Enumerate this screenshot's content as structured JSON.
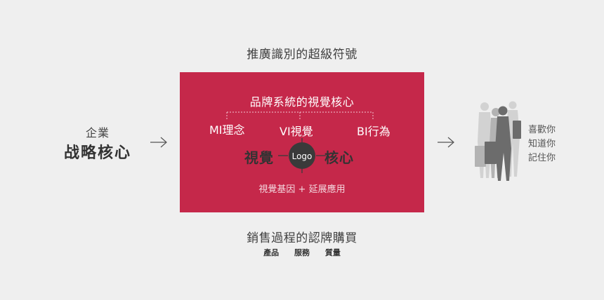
{
  "top_title": "推廣識別的超級符號",
  "bottom_title": "銷售過程的認牌購買",
  "bottom_items": [
    "產品",
    "服務",
    "質量"
  ],
  "left": {
    "small": "企業",
    "big": "战略核心"
  },
  "panel": {
    "title": "品牌系統的視覺核心",
    "labels": {
      "mi": "MI理念",
      "vi": "VI視覺",
      "bi": "BI行為"
    },
    "core_left": "視覺",
    "core_right": "核心",
    "logo_text": "Logo",
    "subtitle": "視覺基因 + 延展應用"
  },
  "right_lines": [
    "喜歡你",
    "知道你",
    "記住你"
  ],
  "colors": {
    "background": "#efefef",
    "panel": "#c5284a",
    "logo_circle": "#3a3a3a"
  }
}
